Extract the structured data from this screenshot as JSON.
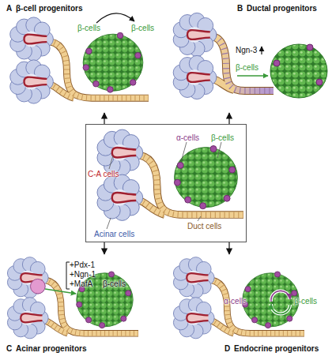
{
  "diagram": {
    "nodes": [
      {
        "text": [
          "A",
          "β-cell progenitors",
          "β-cells",
          "β-cells"
        ]
      },
      {
        "text": [
          "B",
          "Ductal progenitors",
          "Ngn-3",
          "β-cells"
        ]
      },
      {
        "text": [
          "α-cells",
          "β-cells",
          "C-A cells",
          "Acinar cells",
          "Duct cells"
        ]
      },
      {
        "text": [
          "+Pdx-1",
          "+Ngn-1",
          "+MafA",
          "β-cells",
          "C",
          "Acinar progenitors"
        ]
      },
      {
        "text": [
          "α-cells",
          "β-cells",
          "D",
          "Endocrine progenitors"
        ]
      }
    ],
    "edges": [
      {
        "from": 2,
        "to": 0,
        "arrow": "to"
      },
      {
        "from": 2,
        "to": 1,
        "arrow": "to"
      },
      {
        "from": 2,
        "to": 3,
        "arrow": "to"
      },
      {
        "from": 2,
        "to": 4,
        "arrow": "to"
      }
    ]
  }
}
